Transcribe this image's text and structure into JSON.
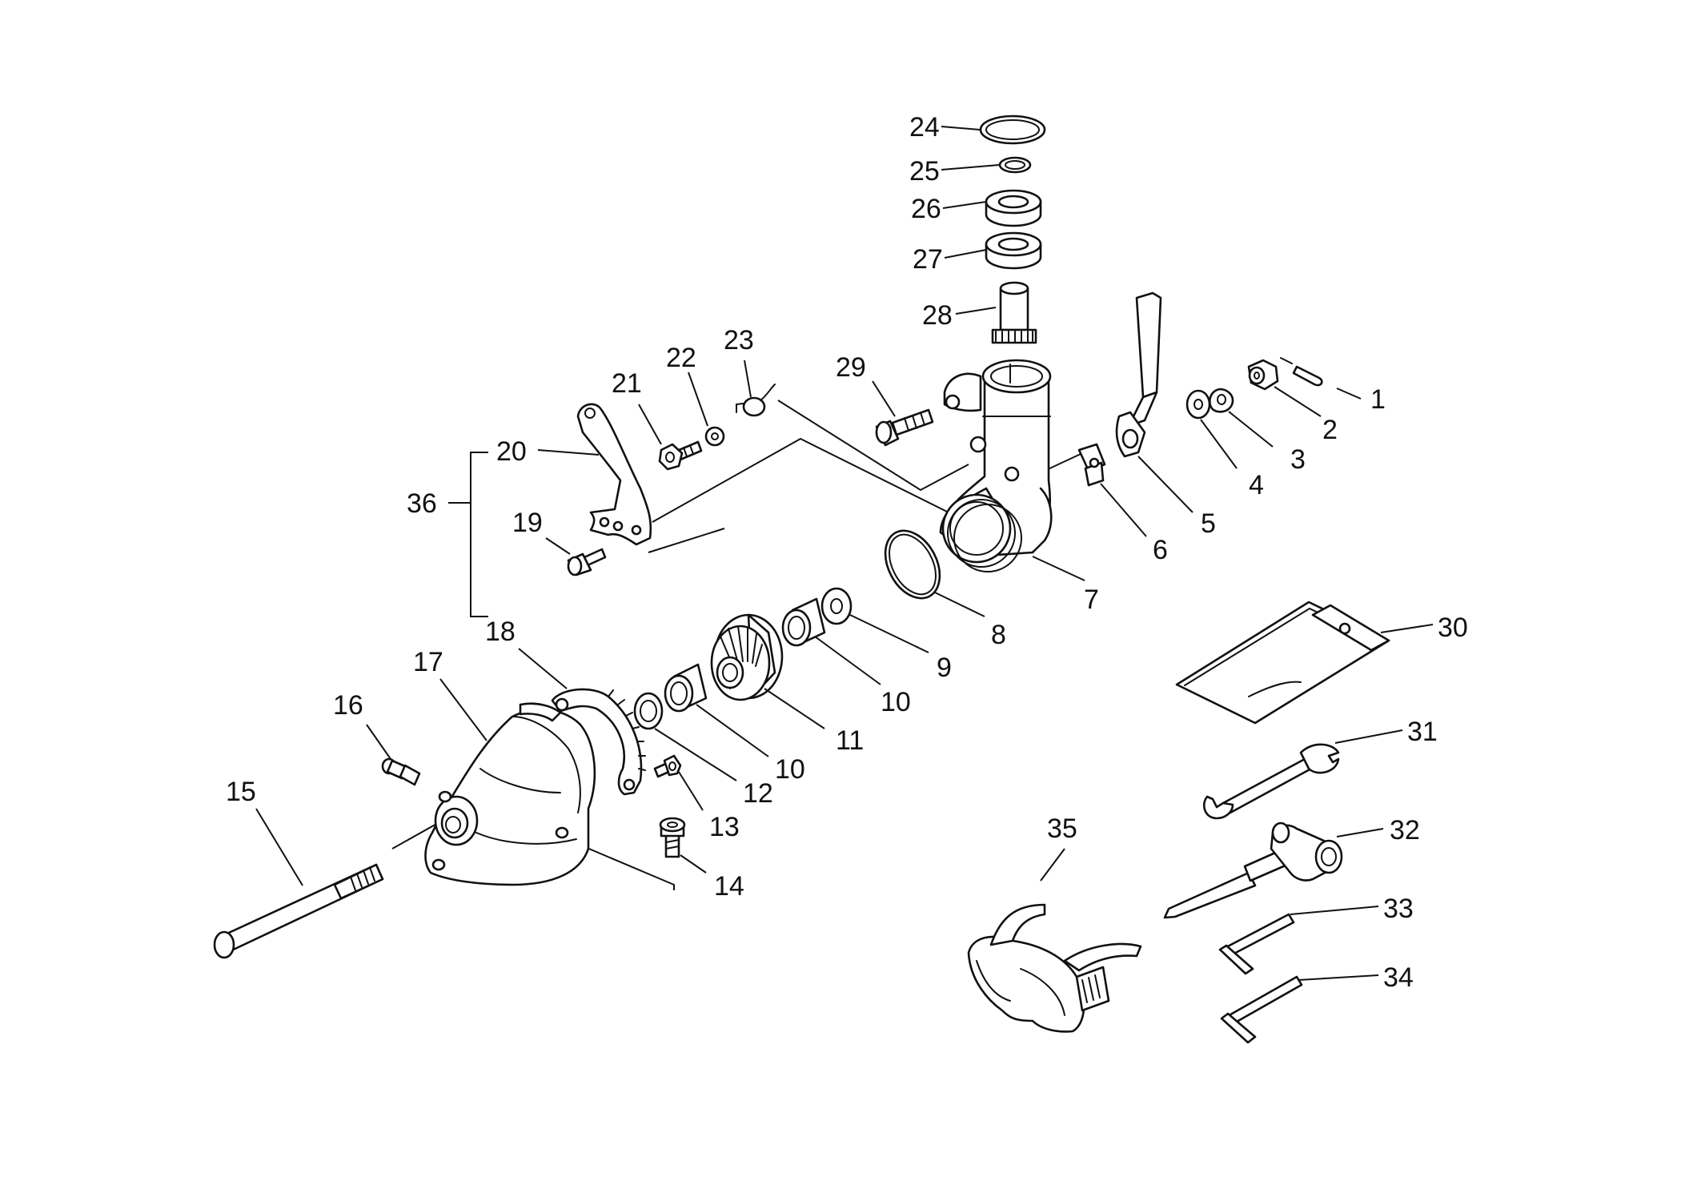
{
  "labels": {
    "l1": "1",
    "l2": "2",
    "l3": "3",
    "l4": "4",
    "l5": "5",
    "l6": "6",
    "l7": "7",
    "l8": "8",
    "l9": "9",
    "l10a": "10",
    "l10b": "10",
    "l11": "11",
    "l12": "12",
    "l13": "13",
    "l14": "14",
    "l15": "15",
    "l16": "16",
    "l17": "17",
    "l18": "18",
    "l19": "19",
    "l20": "20",
    "l21": "21",
    "l22": "22",
    "l23": "23",
    "l24": "24",
    "l25": "25",
    "l26": "26",
    "l27": "27",
    "l28": "28",
    "l29": "29",
    "l30": "30",
    "l31": "31",
    "l32": "32",
    "l33": "33",
    "l34": "34",
    "l35": "35",
    "l36": "36"
  }
}
